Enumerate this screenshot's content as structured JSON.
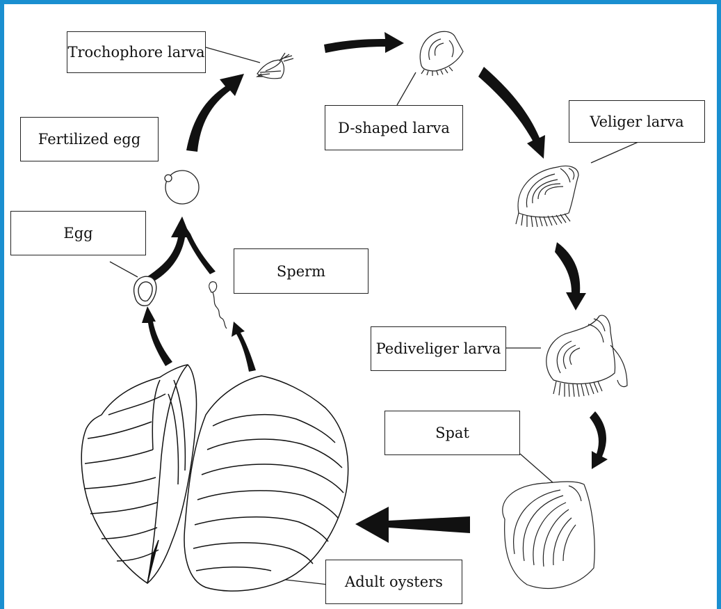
{
  "diagram": {
    "labels": {
      "trochophore": "Trochophore larva",
      "d_shaped": "D-shaped larva",
      "veliger": "Veliger larva",
      "fertilized_egg": "Fertilized egg",
      "egg": "Egg",
      "sperm": "Sperm",
      "pediveliger": "Pediveliger larva",
      "spat": "Spat",
      "adult": "Adult oysters"
    },
    "colors": {
      "frame": "#1a8fd0",
      "ink": "#111111"
    }
  }
}
